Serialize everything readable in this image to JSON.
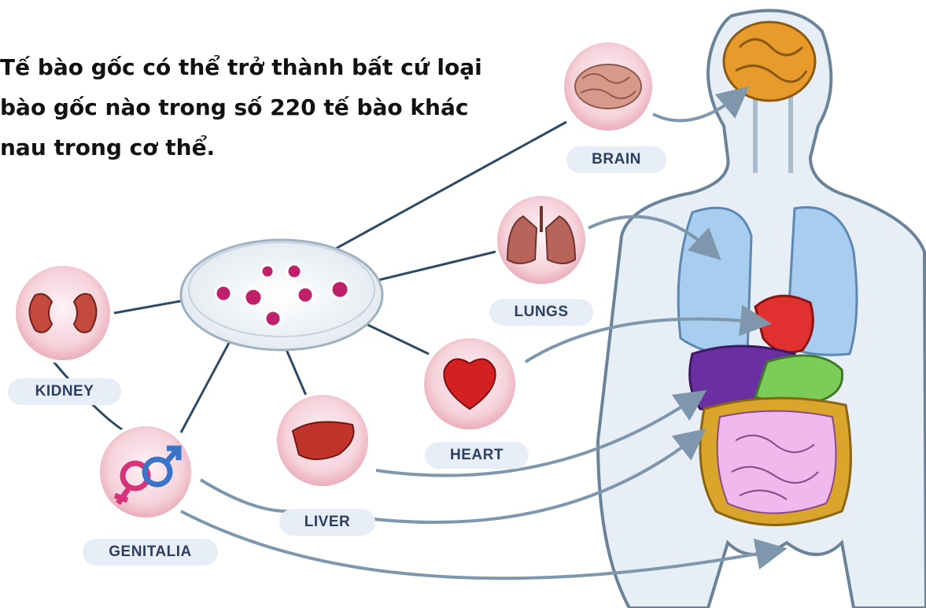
{
  "caption": {
    "line1": "Tế bào gốc có thể trở thành bất cứ loại",
    "line2": "bào gốc nào trong số 220 tế bào khác",
    "line3": "nau trong cơ thể."
  },
  "organs": {
    "brain": "BRAIN",
    "lungs": "LUNGS",
    "heart": "HEART",
    "liver": "LIVER",
    "kidney": "KIDNEY",
    "genitalia": "GENITALIA"
  },
  "colors": {
    "brain": "#e89a2a",
    "lungs": "#a9cdee",
    "heart": "#e0302f",
    "liver": "#6a2fa0",
    "stomach": "#7ccc5a",
    "intestine": "#f0b8ec",
    "connector": "#2f4a63"
  }
}
